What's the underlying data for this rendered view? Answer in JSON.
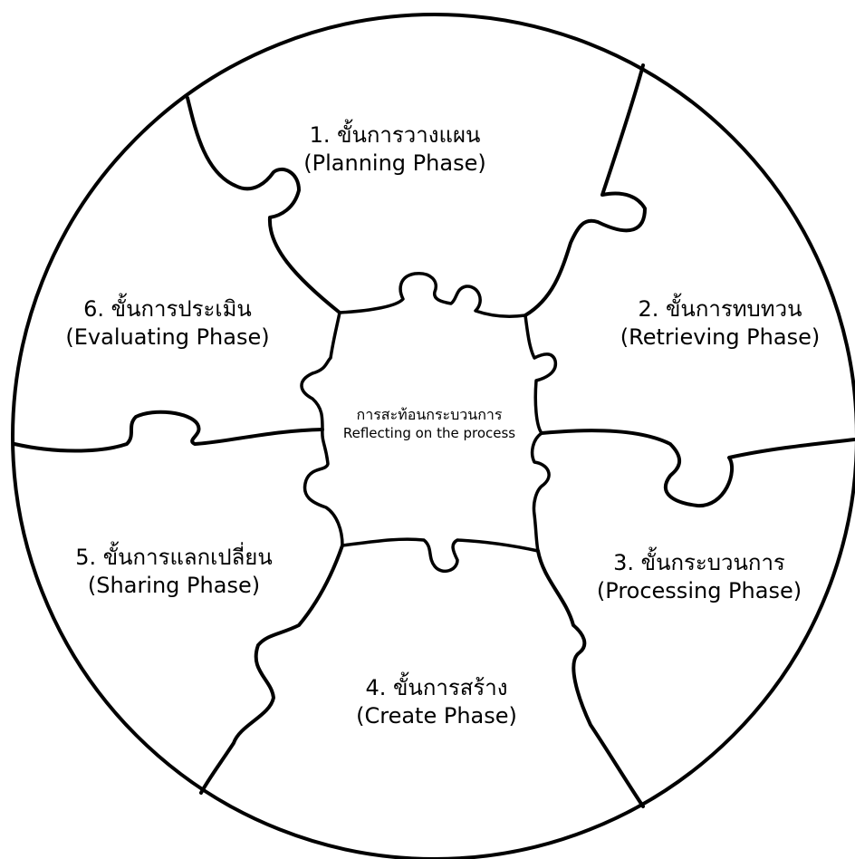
{
  "diagram": {
    "center": {
      "line1": "การสะท้อนกระบวนการ",
      "line2": "Reflecting on the process"
    },
    "phases": [
      {
        "thai": "1. ขั้นการวางแผน",
        "english": "(Planning Phase)"
      },
      {
        "thai": "2. ขั้นการทบทวน",
        "english": "(Retrieving Phase)"
      },
      {
        "thai": "3. ขั้นกระบวนการ",
        "english": "(Processing Phase)"
      },
      {
        "thai": "4. ขั้นการสร้าง",
        "english": "(Create  Phase)"
      },
      {
        "thai": "5. ขั้นการแลกเปลี่ยน",
        "english": "(Sharing  Phase)"
      },
      {
        "thai": "6. ขั้นการประเมิน",
        "english": "(Evaluating Phase)"
      }
    ]
  }
}
